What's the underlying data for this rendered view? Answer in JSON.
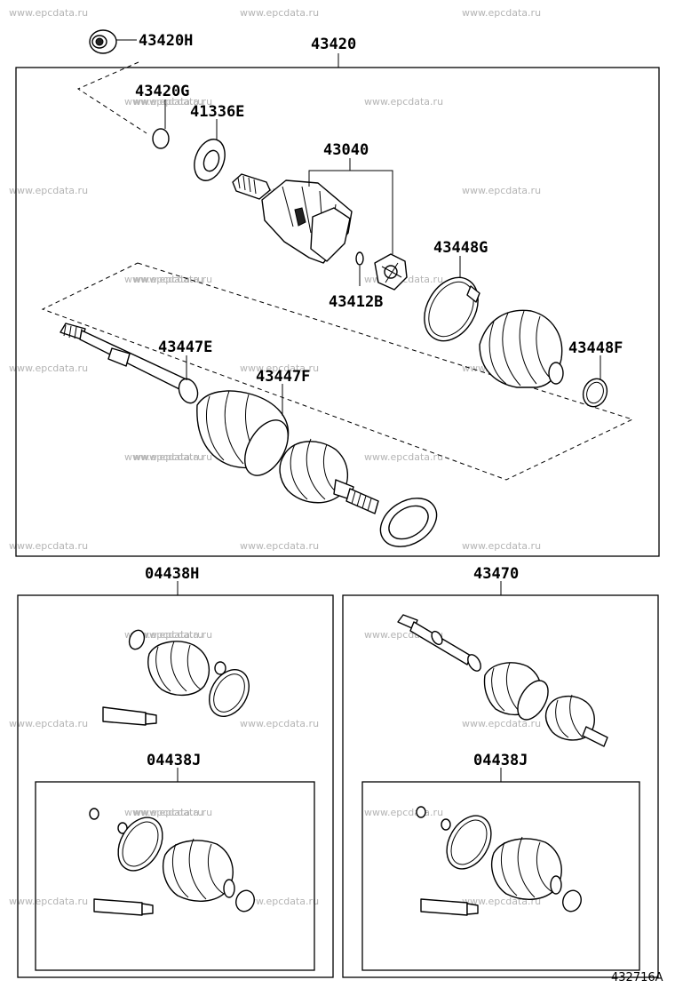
{
  "labels": {
    "p43420H": "43420H",
    "p43420": "43420",
    "p43420G": "43420G",
    "p41336E": "41336E",
    "p43040": "43040",
    "p43448G": "43448G",
    "p43412B": "43412B",
    "p43447E": "43447E",
    "p43447F": "43447F",
    "p43448F": "43448F",
    "p04438H": "04438H",
    "p43470": "43470",
    "p04438J_left": "04438J",
    "p04438J_right": "04438J"
  },
  "diagram_code": "432716A",
  "watermark": "www.epcdata.ru"
}
